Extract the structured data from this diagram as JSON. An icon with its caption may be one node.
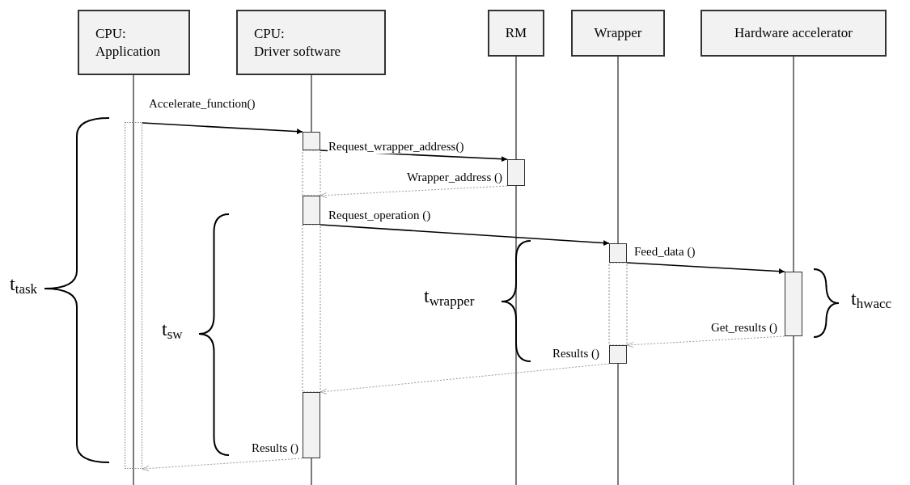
{
  "diagram": {
    "nodes": [
      {
        "text": [
          "CPU:",
          "Application"
        ]
      },
      {
        "text": [
          "CPU:",
          "Driver software"
        ]
      },
      {
        "text": [
          "RM"
        ]
      },
      {
        "text": [
          "Wrapper"
        ]
      },
      {
        "text": [
          "Hardware accelerator"
        ]
      },
      {
        "text": [],
        "shape": "bar"
      },
      {
        "text": [],
        "shape": "bar"
      },
      {
        "text": [],
        "shape": "bar"
      },
      {
        "text": [],
        "shape": "bar"
      },
      {
        "text": [],
        "shape": "bar"
      },
      {
        "text": [],
        "shape": "bar"
      },
      {
        "text": [],
        "shape": "bar"
      },
      {
        "text": [],
        "shape": "bar"
      }
    ],
    "edges": [
      {
        "from": 5,
        "to": 6,
        "arrow": "to",
        "label": "Accelerate_function()"
      },
      {
        "from": 6,
        "to": 7,
        "arrow": "to",
        "label": "Request_wrapper_address()"
      },
      {
        "from": 7,
        "to": 8,
        "arrow": "to",
        "label": "Wrapper_address ()",
        "style": "dashed",
        "color": "#999999"
      },
      {
        "from": 8,
        "to": 9,
        "arrow": "to",
        "label": "Request_operation ()"
      },
      {
        "from": 9,
        "to": 10,
        "arrow": "to",
        "label": "Feed_data ()"
      },
      {
        "from": 10,
        "to": 11,
        "arrow": "to",
        "label": "Get_results ()",
        "style": "dashed",
        "color": "#999999"
      },
      {
        "from": 11,
        "to": 12,
        "arrow": "to",
        "label": "Results ()",
        "style": "dashed",
        "color": "#999999"
      },
      {
        "from": 12,
        "to": 5,
        "arrow": "to",
        "label": "Results ()",
        "style": "dashed",
        "color": "#999999"
      }
    ],
    "labels": [
      "t$_{task}$",
      "t$_{sw}$",
      "t$_{wrapper}$",
      "t$_{hwacc}$"
    ]
  }
}
